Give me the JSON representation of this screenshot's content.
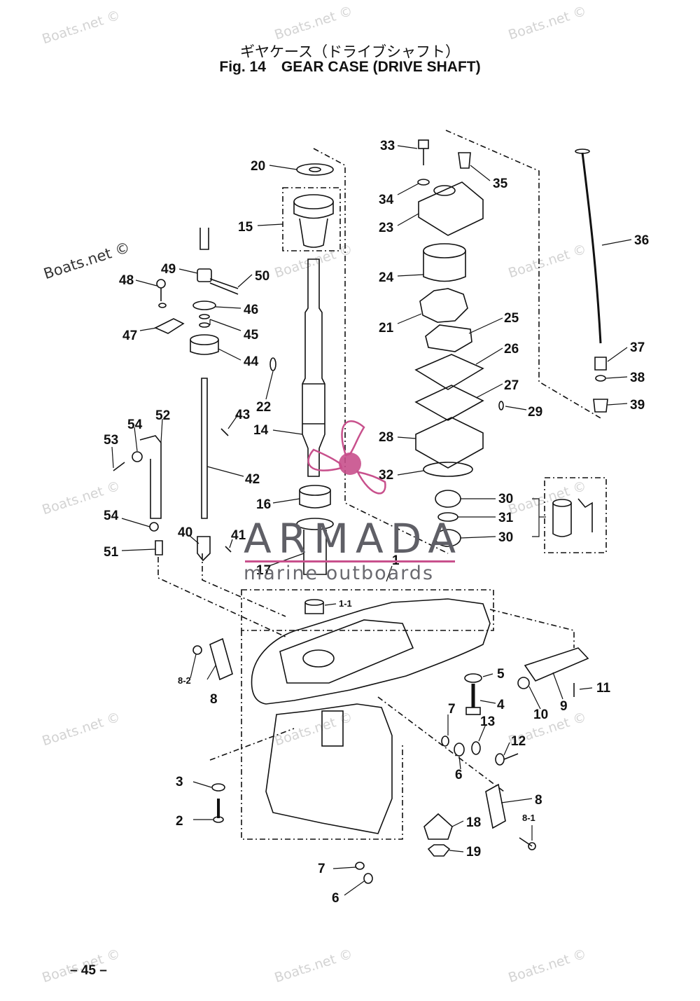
{
  "title": {
    "japanese": "ギヤケース（ドライブシャフト）",
    "figure": "Fig. 14",
    "english": "GEAR CASE (DRIVE SHAFT)"
  },
  "callouts": [
    "20",
    "15",
    "33",
    "35",
    "34",
    "23",
    "36",
    "49",
    "48",
    "50",
    "46",
    "45",
    "47",
    "44",
    "24",
    "21",
    "25",
    "26",
    "27",
    "29",
    "28",
    "32",
    "22",
    "14",
    "43",
    "42",
    "52",
    "54",
    "53",
    "37",
    "38",
    "39",
    "30",
    "31",
    "16",
    "17",
    "41",
    "40",
    "51",
    "1",
    "1-1",
    "5",
    "4",
    "11",
    "9",
    "10",
    "7",
    "13",
    "12",
    "6",
    "8",
    "8-2",
    "8-1",
    "3",
    "2",
    "18",
    "19"
  ],
  "watermarks": [
    "Boats.net ©"
  ],
  "logo": {
    "name": "ARMADA",
    "tagline": "marine outboards",
    "accent": "#c8508c"
  },
  "page_number": "– 45 –",
  "colors": {
    "line": "#111111",
    "watermark": "#d3d3d3",
    "logo_gray": "#5f5f66"
  }
}
